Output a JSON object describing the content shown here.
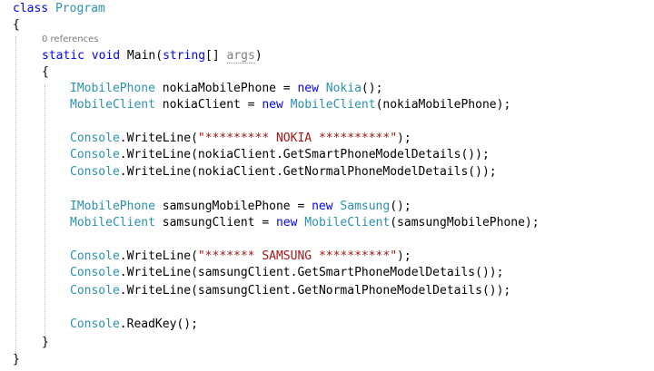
{
  "code": {
    "line1": {
      "kw": "class",
      "sp": " ",
      "type": "Program"
    },
    "line2": "{",
    "codelens": "0 references",
    "line4": {
      "kw1": "static",
      "sp1": " ",
      "kw2": "void",
      "rest1": " Main(",
      "kw3": "string",
      "rest2": "[] ",
      "param": "args",
      "rest3": ")"
    },
    "line5": "{",
    "line6": {
      "type1": "IMobilePhone",
      "rest1": " nokiaMobilePhone = ",
      "kw": "new",
      "sp": " ",
      "type2": "Nokia",
      "rest2": "();"
    },
    "line7": {
      "type1": "MobileClient",
      "rest1": " nokiaClient = ",
      "kw": "new",
      "sp": " ",
      "type2": "MobileClient",
      "rest2": "(nokiaMobilePhone);"
    },
    "line9": {
      "type": "Console",
      "rest1": ".WriteLine(",
      "str": "\"********* NOKIA **********\"",
      "rest2": ");"
    },
    "line10": {
      "type": "Console",
      "rest": ".WriteLine(nokiaClient.GetSmartPhoneModelDetails());"
    },
    "line11": {
      "type": "Console",
      "rest": ".WriteLine(nokiaClient.GetNormalPhoneModelDetails());"
    },
    "line13": {
      "type1": "IMobilePhone",
      "rest1": " samsungMobilePhone = ",
      "kw": "new",
      "sp": " ",
      "type2": "Samsung",
      "rest2": "();"
    },
    "line14": {
      "type1": "MobileClient",
      "rest1": " samsungClient = ",
      "kw": "new",
      "sp": " ",
      "type2": "MobileClient",
      "rest2": "(samsungMobilePhone);"
    },
    "line16": {
      "type": "Console",
      "rest1": ".WriteLine(",
      "str": "\"******* SAMSUNG **********\"",
      "rest2": ");"
    },
    "line17": {
      "type": "Console",
      "rest": ".WriteLine(samsungClient.GetSmartPhoneModelDetails());"
    },
    "line18": {
      "type": "Console",
      "rest": ".WriteLine(samsungClient.GetNormalPhoneModelDetails());"
    },
    "line20": {
      "type": "Console",
      "rest": ".ReadKey();"
    },
    "line21": "}",
    "line22": "}"
  },
  "colors": {
    "keyword": "#0000ff",
    "type": "#2b91af",
    "string": "#a31515",
    "unused_param": "#808080",
    "codelens": "#7a7a7a",
    "background": "#ffffff"
  }
}
